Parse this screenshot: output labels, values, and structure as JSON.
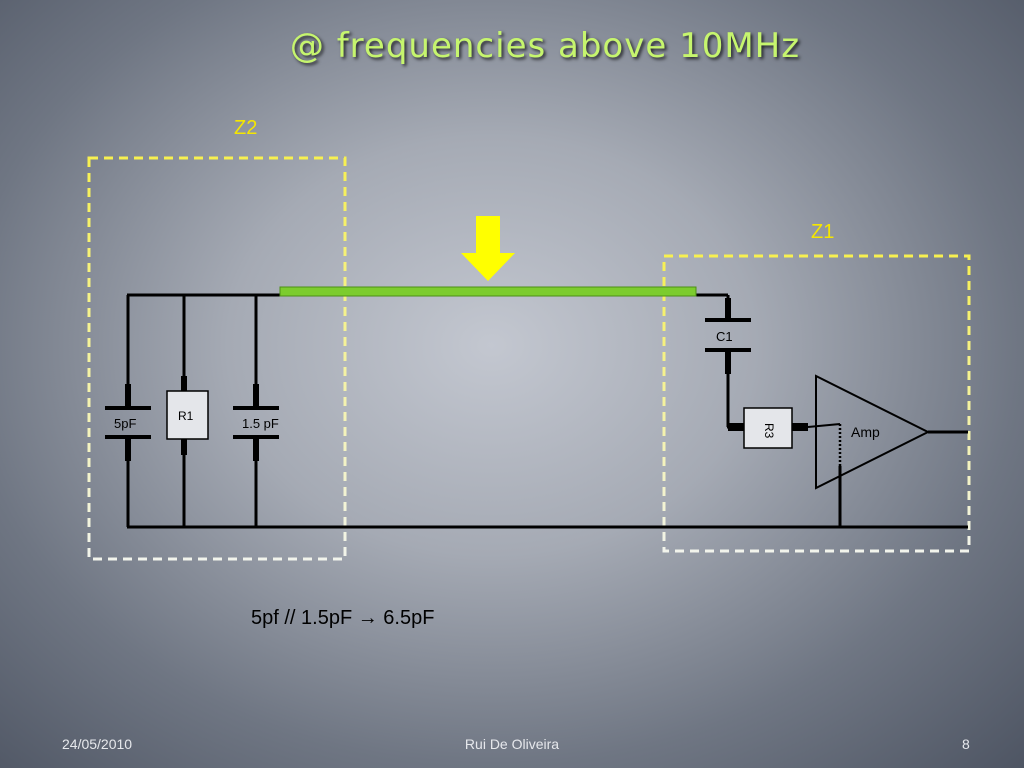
{
  "slide": {
    "title": "@ frequencies above 10MHz",
    "caption": "5pf // 1.5pF → 6.5pF",
    "arrow_icon": "arrow-down-icon"
  },
  "zones": {
    "z2_label": "Z2",
    "z1_label": "Z1"
  },
  "components": {
    "c_left": "5pF",
    "r1": "R1",
    "c_right": "1.5 pF",
    "c1": "C1",
    "r3": "R3",
    "amp": "Amp"
  },
  "colors": {
    "title": "#c6f56e",
    "zone_border": "#f5f05a",
    "zone_label": "#f5e600",
    "transmission_line": "#7ccc2e",
    "arrow": "#ffff00"
  },
  "footer": {
    "date": "24/05/2010",
    "author": "Rui De Oliveira",
    "page": "8"
  }
}
